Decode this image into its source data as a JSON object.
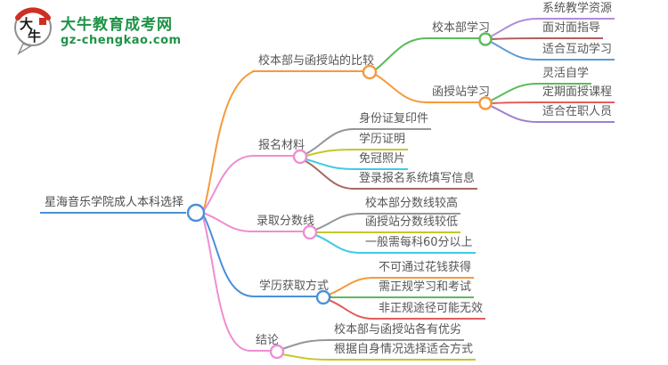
{
  "logo": {
    "bubble_text": "大牛",
    "site_name": "大牛教育成考网",
    "site_url": "gz-chengkao.com",
    "brand_green": "#1e9347",
    "seal_red": "#cf2e22",
    "bubble_stroke": "#8e8e8e",
    "ink_black": "#1a1a1a"
  },
  "mindmap": {
    "text_color": "#565656",
    "root": {
      "label": "星海音乐学院成人本科选择",
      "color": "#4a90d8"
    },
    "branches": [
      {
        "label": "校本部与函授站的比较",
        "color": "#f59a3b",
        "children": [
          {
            "label": "校本部学习",
            "color": "#5cbb5c",
            "children": [
              {
                "label": "系统教学资源",
                "color": "#b18cd9"
              },
              {
                "label": "面对面指导",
                "color": "#b05f5f"
              },
              {
                "label": "适合互动学习",
                "color": "#5b9bd5"
              }
            ]
          },
          {
            "label": "函授站学习",
            "color": "#f59a3b",
            "children": [
              {
                "label": "灵活自学",
                "color": "#5cbb5c"
              },
              {
                "label": "定期面授课程",
                "color": "#e25d5d"
              },
              {
                "label": "适合在职人员",
                "color": "#9e7fd0"
              }
            ]
          }
        ]
      },
      {
        "label": "报名材料",
        "color": "#ee8ed2",
        "children": [
          {
            "label": "身份证复印件",
            "color": "#969696"
          },
          {
            "label": "学历证明",
            "color": "#c6c62a"
          },
          {
            "label": "免冠照片",
            "color": "#3fcbe4"
          },
          {
            "label": "登录报名系统填写信息",
            "color": "#a5695f"
          }
        ]
      },
      {
        "label": "录取分数线",
        "color": "#ee8ed2",
        "children": [
          {
            "label": "校本部分数线较高",
            "color": "#969696"
          },
          {
            "label": "函授站分数线较低",
            "color": "#c6c62a"
          },
          {
            "label": "一般需每科60分以上",
            "color": "#3fcbe4"
          }
        ]
      },
      {
        "label": "学历获取方式",
        "color": "#4a90d8",
        "children": [
          {
            "label": "不可通过花钱获得",
            "color": "#f59a3b"
          },
          {
            "label": "需正规学习和考试",
            "color": "#5cbb5c"
          },
          {
            "label": "非正规途径可能无效",
            "color": "#e25d5d"
          }
        ]
      },
      {
        "label": "结论",
        "color": "#ee8ed2",
        "children": [
          {
            "label": "校本部与函授站各有优劣",
            "color": "#969696"
          },
          {
            "label": "根据自身情况选择适合方式",
            "color": "#c6c62a"
          }
        ]
      }
    ]
  }
}
